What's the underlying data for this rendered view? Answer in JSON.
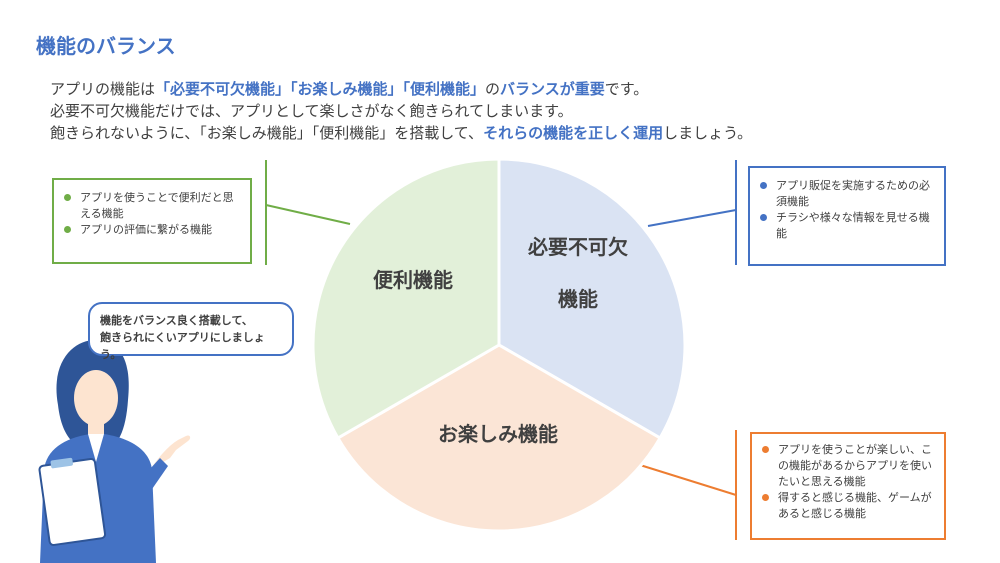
{
  "title": "機能のバランス",
  "intro": {
    "line1": {
      "p1": "アプリの機能は",
      "h1": "「必要不可欠機能」「お楽しみ機能」「便利機能」",
      "p2": "の",
      "h2": "バランスが重要",
      "p3": "です。"
    },
    "line2": "必要不可欠機能だけでは、アプリとして楽しさがなく飽きられてしまいます。",
    "line3": {
      "p1": "飽きられないように、「お楽しみ機能」「便利機能」を搭載して、",
      "h1": "それらの機能を正しく運用",
      "p2": "しましょう。"
    }
  },
  "chart_data": {
    "type": "pie",
    "slices": [
      {
        "label_lines": [
          "必要不可欠",
          "機能"
        ],
        "value": 1,
        "color": "#dae3f3"
      },
      {
        "label_lines": [
          "お楽しみ機能"
        ],
        "value": 1,
        "color": "#fbe5d6"
      },
      {
        "label_lines": [
          "便利機能"
        ],
        "value": 1,
        "color": "#e2f0d9"
      }
    ]
  },
  "boxes": {
    "convenience": {
      "color": "#70ad47",
      "items": [
        "アプリを使うことで便利だと思える機能",
        "アプリの評価に繋がる機能"
      ]
    },
    "essential": {
      "color": "#4472c4",
      "items": [
        "アプリ販促を実施するための必須機能",
        "チラシや様々な情報を見せる機能"
      ]
    },
    "fun": {
      "color": "#ed7d31",
      "items": [
        "アプリを使うことが楽しい、この機能があるからアプリを使いたいと思える機能",
        "得すると感じる機能、ゲームがあると感じる機能"
      ]
    }
  },
  "speech": {
    "line1": "機能をバランス良く搭載して、",
    "line2": "飽きられにくいアプリにしましょう。"
  },
  "colors": {
    "accent": "#4472c4",
    "green": "#70ad47",
    "orange": "#ed7d31",
    "text": "#404040"
  }
}
